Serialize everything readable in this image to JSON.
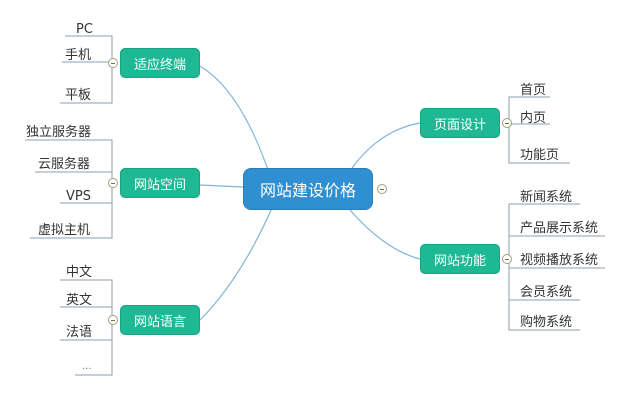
{
  "center": {
    "label": "网站建设价格"
  },
  "branches": {
    "terminal": {
      "label": "适应终端",
      "items": [
        "PC",
        "手机",
        "平板"
      ]
    },
    "space": {
      "label": "网站空间",
      "items": [
        "独立服务器",
        "云服务器",
        "VPS",
        "虚拟主机"
      ]
    },
    "language": {
      "label": "网站语言",
      "items": [
        "中文",
        "英文",
        "法语",
        "..."
      ]
    },
    "design": {
      "label": "页面设计",
      "items": [
        "首页",
        "内页",
        "功能页"
      ]
    },
    "function": {
      "label": "网站功能",
      "items": [
        "新闻系统",
        "产品展示系统",
        "视频播放系统",
        "会员系统",
        "购物系统"
      ]
    }
  },
  "colors": {
    "center_fill": "#2f8fd0",
    "branch_fill": "#1fb895",
    "connector": "#7fb6d6",
    "leaf_line": "#8ea0aa"
  },
  "icons": {
    "collapse": "minus-circle-icon"
  }
}
